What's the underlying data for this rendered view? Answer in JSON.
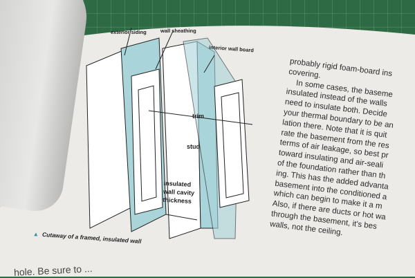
{
  "diagram": {
    "labels": {
      "exterior_siding": "exterior siding",
      "wall_sheathing": "wall sheathing",
      "interior_wall_board": "interior wall board",
      "trim": "trim",
      "stud": "stud",
      "insulated_1": "insulated",
      "insulated_2": "wall cavity",
      "insulated_3": "thickness"
    },
    "caption": "Cutaway of a framed, insulated wall",
    "accent_color": "#a9d4da"
  },
  "body_text": {
    "lines": [
      "probably rigid foam-board ins",
      "covering.",
      "    In some cases, the baseme",
      "insulated instead of the walls",
      "need to insulate both. Decide",
      "your thermal boundary to be an",
      "lation there. Note that it is quit",
      "rate the basement from the res",
      "terms of air leakage, so best pr",
      "toward insulating and air-seali",
      "of the foundation rather than th",
      "ing. This has the added advanta",
      "basement into the conditioned a",
      "which can begin to make it a m",
      "Also, if there are ducts or hot wa",
      "through the basement, it's bes",
      "walls, not the ceiling."
    ]
  },
  "footer_text": "hole. Be sure to ..."
}
